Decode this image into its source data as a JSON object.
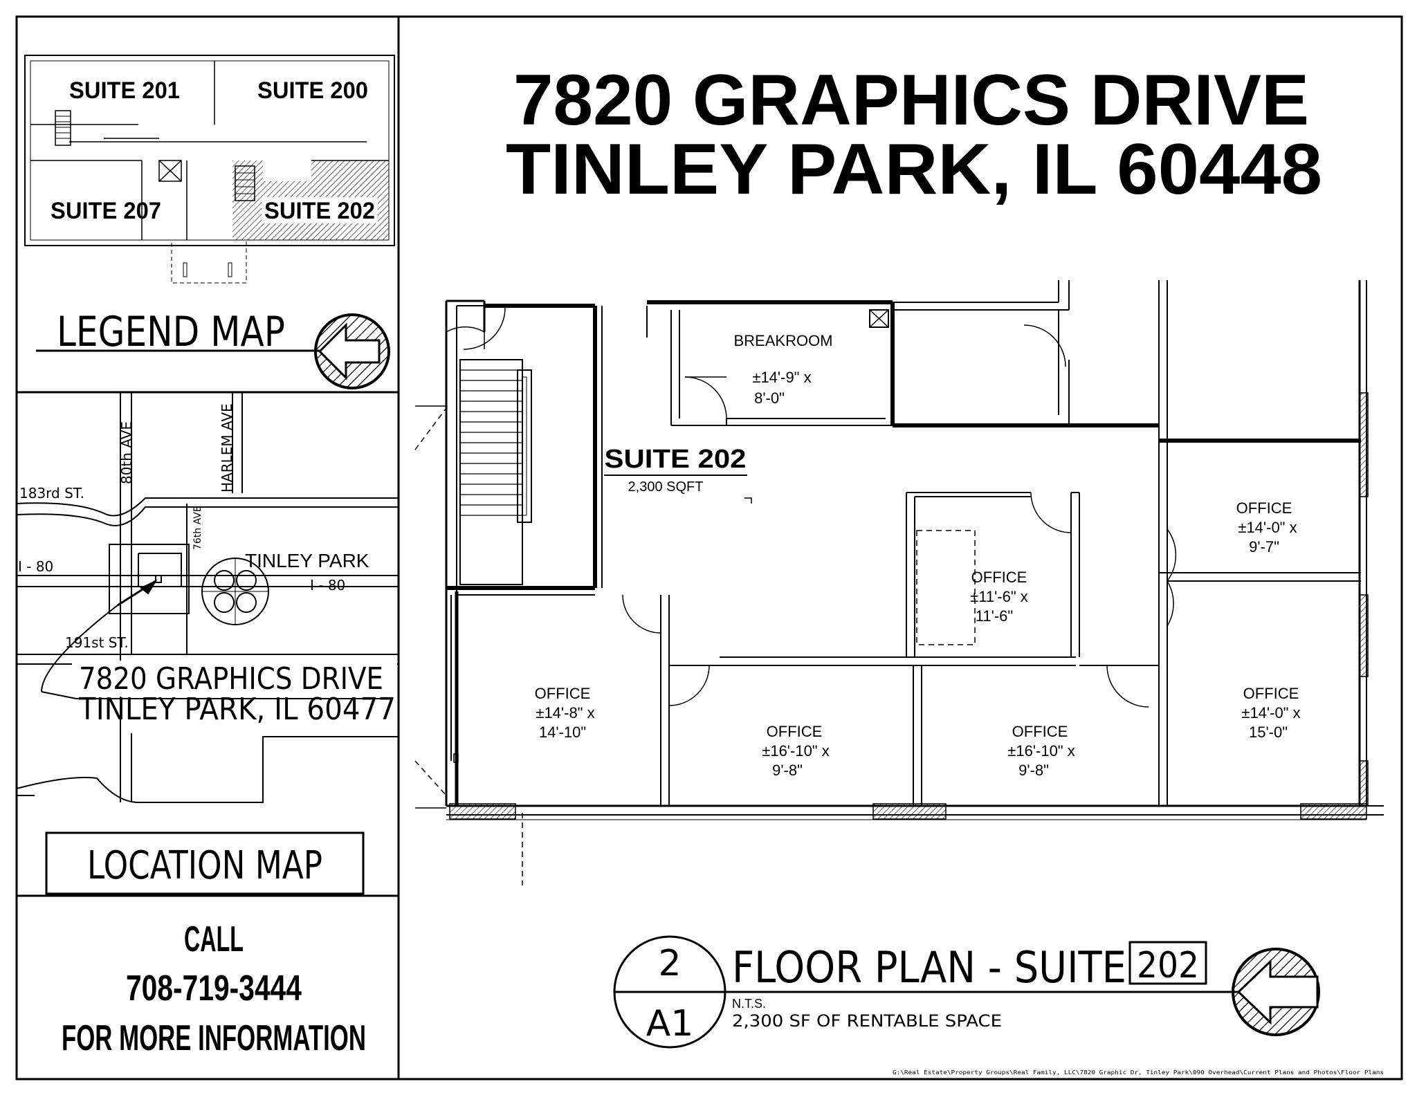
{
  "title": {
    "line1": "7820 GRAPHICS DRIVE",
    "line2": "TINLEY PARK, IL  60448"
  },
  "legend_map": {
    "suites": [
      "SUITE 201",
      "SUITE 200",
      "SUITE 207",
      "SUITE 202"
    ],
    "label": "LEGEND MAP"
  },
  "location_map": {
    "streets": {
      "s183": "183rd  ST.",
      "ave80": "80th  AVE",
      "harlem": "HARLEM AVE",
      "ave76": "76th AVE",
      "i80_left": "I - 80",
      "i80_right": "I - 80",
      "s191": "191st  ST.",
      "tinley": "TINLEY PARK"
    },
    "address1": "7820 GRAPHICS DRIVE",
    "address2": "TINLEY PARK, IL 60477",
    "label": "LOCATION MAP"
  },
  "contact": {
    "line1": "CALL",
    "line2": "708-719-3444",
    "line3": "FOR MORE INFORMATION"
  },
  "floor_plan": {
    "suite": "SUITE 202",
    "sqft": "2,300 SQFT",
    "rooms": [
      {
        "name": "BREAKROOM",
        "dim1": "±14'-9\"  x",
        "dim2": "8'-0\""
      },
      {
        "name": "OFFICE",
        "dim1": "±14'-0\"  x",
        "dim2": "9'-7\""
      },
      {
        "name": "OFFICE",
        "dim1": "±11'-6\"  x",
        "dim2": "11'-6\""
      },
      {
        "name": "OFFICE",
        "dim1": "±14'-8\"  x",
        "dim2": "14'-10\""
      },
      {
        "name": "OFFICE",
        "dim1": "±16'-10\"  x",
        "dim2": "9'-8\""
      },
      {
        "name": "OFFICE",
        "dim1": "±16'-10\"  x",
        "dim2": "9'-8\""
      },
      {
        "name": "OFFICE",
        "dim1": "±14'-0\"  x",
        "dim2": "15'-0\""
      }
    ]
  },
  "title_block": {
    "sheet_num": "2",
    "sheet_ref": "A1",
    "title": "FLOOR PLAN  -  SUITE",
    "suite_num": "202",
    "scale": "N.T.S.",
    "note": "2,300 SF OF RENTABLE SPACE"
  },
  "file_path": "G:\\Real Estate\\Property Groups\\Real Family, LLC\\7820 Graphic Dr, Tinley Park\\090 Overhead\\Current Plans and Photos\\Floor Plans"
}
